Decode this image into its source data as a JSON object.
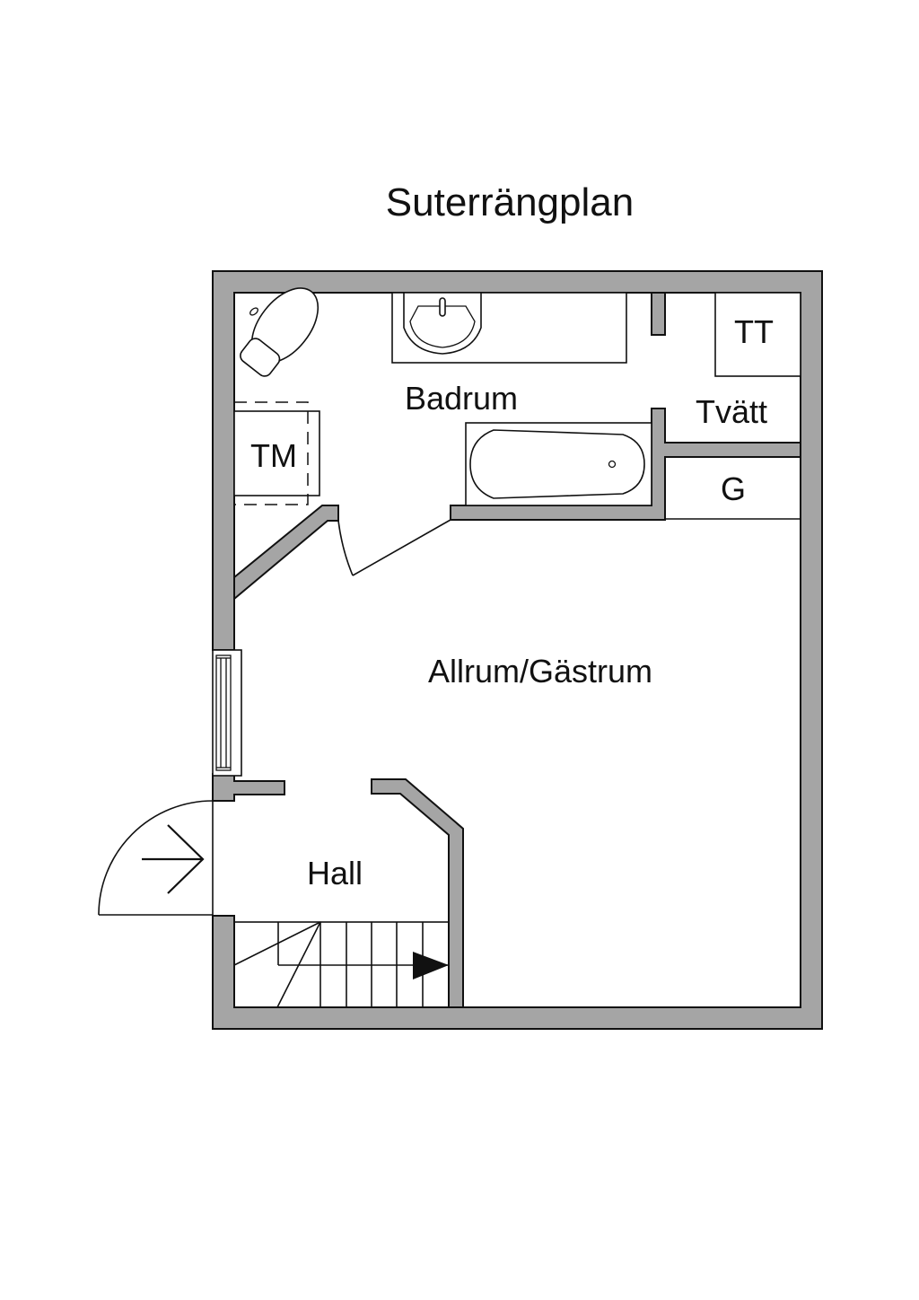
{
  "title": "Suterrängplan",
  "colors": {
    "wall_fill": "#a5a5a5",
    "line": "#111111",
    "background": "#ffffff"
  },
  "rooms": {
    "badrum": "Badrum",
    "tvatt": "Tvätt",
    "allrum": "Allrum/Gästrum",
    "hall": "Hall"
  },
  "fixtures": {
    "tm": "TM",
    "tt": "TT",
    "g": "G"
  },
  "icons": {
    "entrance": "arrow-right",
    "stairs_direction": "triangle-right"
  }
}
